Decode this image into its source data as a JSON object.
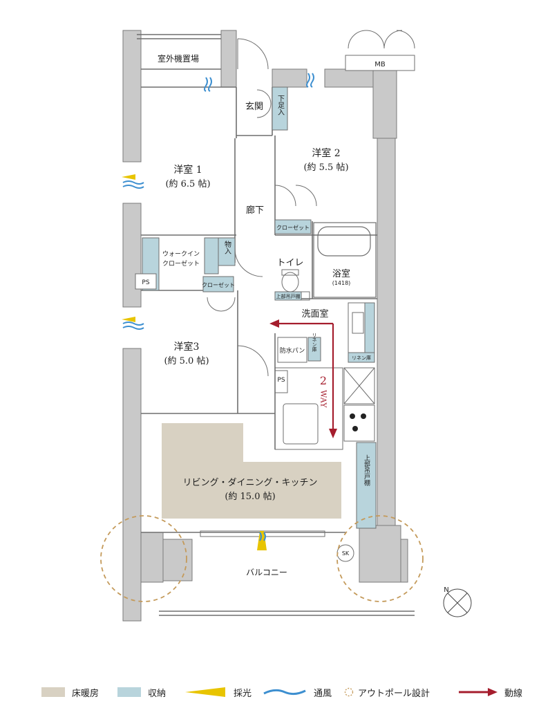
{
  "rooms": {
    "outdoor_unit": "室外機置場",
    "mb": "MB",
    "entrance": "玄関",
    "shoe_box": "下足入",
    "bedroom1_name": "洋室 1",
    "bedroom1_size": "(約 6.5 帖)",
    "bedroom2_name": "洋室 2",
    "bedroom2_size": "(約 5.5 帖)",
    "hallway": "廊下",
    "closet_b2": "クローゼット",
    "wic_line1": "ウォークイン",
    "wic_line2": "クローゼット",
    "storage": "物入",
    "toilet": "トイレ",
    "bathroom": "浴室",
    "bath_size": "(1418)",
    "ps1": "PS",
    "closet_b3": "クローゼット",
    "toilet_cabinet": "上部吊戸棚",
    "washroom": "洗面室",
    "washer_pan": "防水パン",
    "linen1": "リネン庫",
    "linen2": "リネン庫",
    "ps2": "PS",
    "bedroom3_name": "洋室3",
    "bedroom3_size": "(約 5.0 帖)",
    "two_way_num": "2",
    "two_way_text": "WAY",
    "kitchen_cabinet": "上部吊戸棚",
    "ldk_name": "リビング・ダイニング・キッチン",
    "ldk_size": "(約 15.0 帖)",
    "sk": "SK",
    "balcony": "バルコニー",
    "compass": "N"
  },
  "legend": {
    "floor_heating": "床暖房",
    "storage": "収納",
    "daylight": "採光",
    "ventilation": "通風",
    "outpole": "アウトポール設計",
    "flow": "動線"
  },
  "colors": {
    "wall": "#c9c9c9",
    "wall_stroke": "#7a7a7a",
    "floor_heating": "#d8d1c2",
    "storage": "#b8d4dc",
    "daylight": "#e8c400",
    "ventilation": "#3d8fd0",
    "outpole": "#c49a5a",
    "flow": "#a51d2d"
  }
}
